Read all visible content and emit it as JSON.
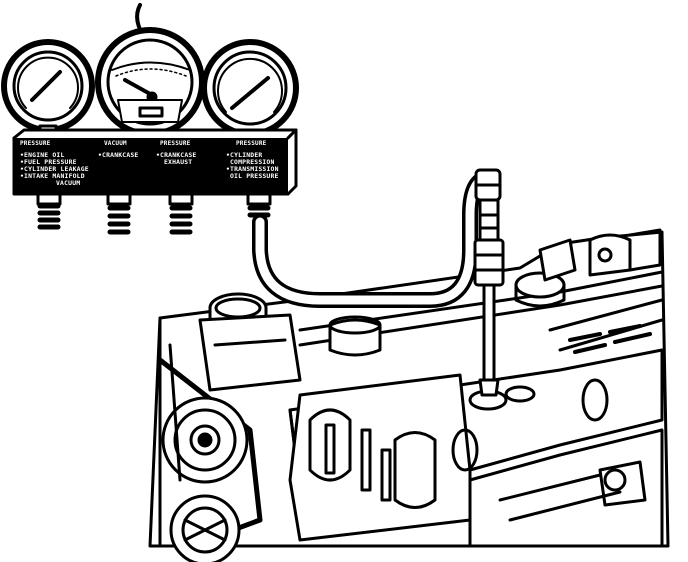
{
  "manifold": {
    "headers": [
      "PRESSURE",
      "VACUUM",
      "PRESSURE",
      "PRESSURE"
    ],
    "col1": [
      "•ENGINE OIL",
      "•FUEL PRESSURE",
      "•CYLINDER LEAKAGE",
      "•INTAKE MANIFOLD",
      "VACUUM"
    ],
    "col2": [
      "•CRANKCASE"
    ],
    "col3": [
      "•CRANKCASE",
      "EXHAUST"
    ],
    "col4": [
      "•CYLINDER",
      "COMPRESSION",
      "•TRANSMISSION",
      "OIL PRESSURE"
    ]
  },
  "colors": {
    "ink": "#000000",
    "paper": "#ffffff"
  }
}
